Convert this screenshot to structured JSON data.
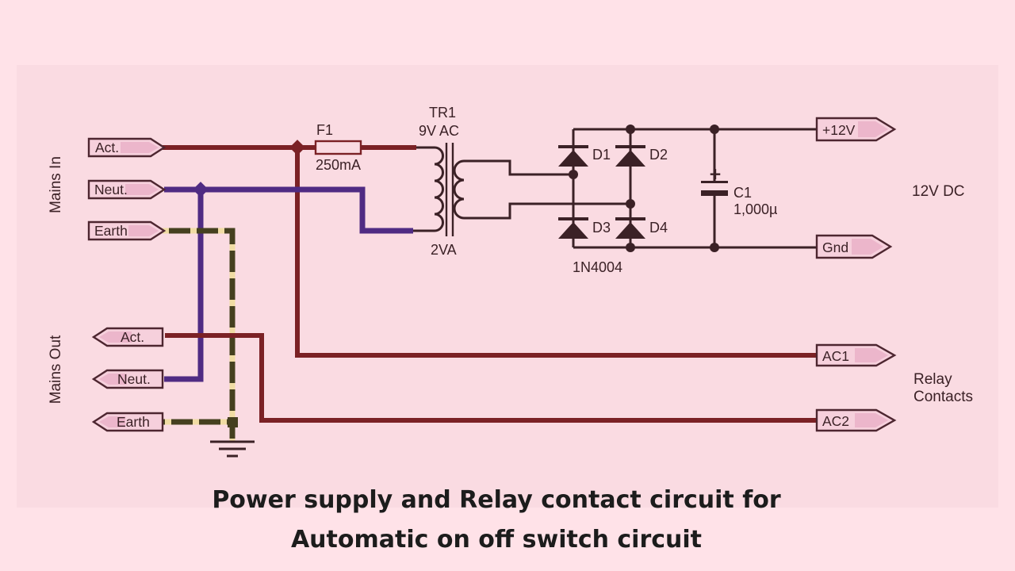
{
  "title": {
    "line1": "Power supply and Relay contact circuit for",
    "line2": "Automatic on off switch circuit"
  },
  "schematic": {
    "groups": {
      "mains_in": "Mains In",
      "mains_out": "Mains Out"
    },
    "connectors": {
      "act_in": "Act.",
      "neut_in": "Neut.",
      "earth_in": "Earth",
      "act_out": "Act.",
      "neut_out": "Neut.",
      "earth_out": "Earth",
      "p12v": "+12V",
      "gnd": "Gnd",
      "ac1": "AC1",
      "ac2": "AC2"
    },
    "components": {
      "fuse_ref": "F1",
      "fuse_value": "250mA",
      "transformer_ref": "TR1",
      "transformer_secondary_voltage": "9V AC",
      "transformer_rating": "2VA",
      "d1": "D1",
      "d2": "D2",
      "d3": "D3",
      "d4": "D4",
      "diode_part": "1N4004",
      "cap_ref": "C1",
      "cap_value": "1,000µ",
      "cap_polarity": "+"
    },
    "annotations": {
      "dc_output": "12V DC",
      "relay_line1": "Relay",
      "relay_line2": "Contacts"
    }
  },
  "colors": {
    "bg_outer": "#ffe2e8",
    "bg_panel": "#fadbe2",
    "ink": "#3b2126",
    "maroon": "#7b2125",
    "purple": "#4f2b83",
    "olive": "#45401f",
    "earth_dash": "#f0dca4",
    "tag_fill": "#f6d0dc",
    "tag_arrow": "#ecb6cb",
    "tag_stroke": "#4d2630",
    "title_ink": "#1c1c1c"
  }
}
